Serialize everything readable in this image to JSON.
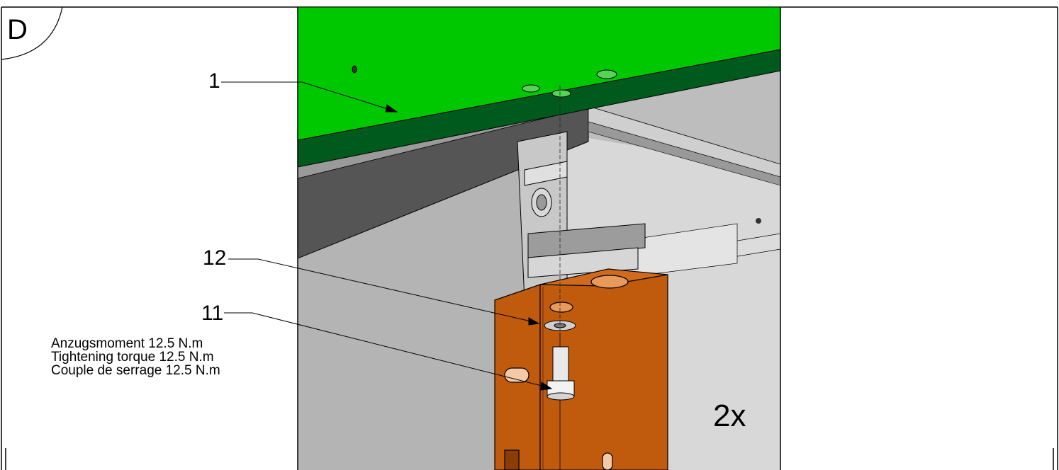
{
  "view": {
    "corner_letter": "D",
    "quantity": "2x"
  },
  "callouts": [
    {
      "id": "1",
      "label": "1"
    },
    {
      "id": "12",
      "label": "12"
    },
    {
      "id": "11",
      "label": "11"
    }
  ],
  "torque_notes": [
    "Anzugsmoment 12.5 N.m",
    "Tightening torque 12.5 N.m",
    "Couple de serrage 12.5 N.m"
  ],
  "colors": {
    "green_plate": "#00c800",
    "green_edge": "#005a1e",
    "orange_bracket": "#c05a0c",
    "frame_grey": "#b5b5b5",
    "panel_light": "#d4d4d4"
  }
}
